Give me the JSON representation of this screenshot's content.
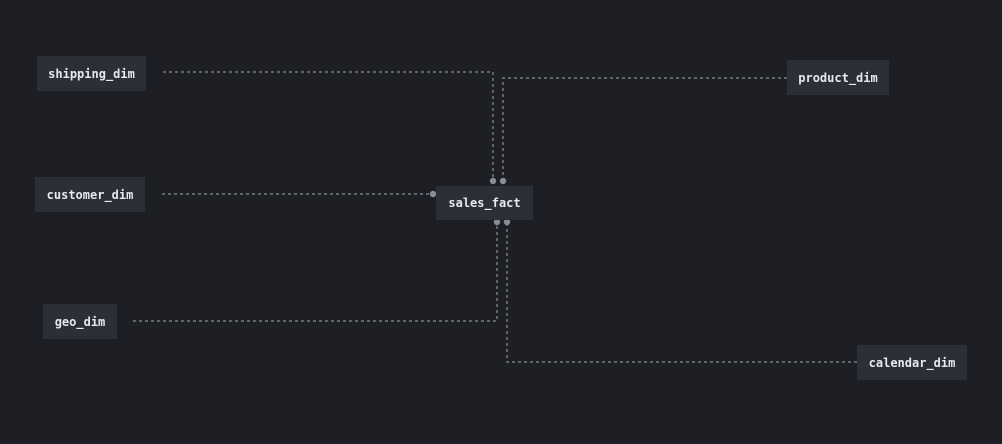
{
  "diagram": {
    "nodes": {
      "shipping_dim": "shipping_dim",
      "customer_dim": "customer_dim",
      "geo_dim": "geo_dim",
      "product_dim": "product_dim",
      "calendar_dim": "calendar_dim",
      "sales_fact": "sales_fact"
    },
    "edges": [
      {
        "from": "shipping_dim",
        "to": "sales_fact"
      },
      {
        "from": "product_dim",
        "to": "sales_fact"
      },
      {
        "from": "customer_dim",
        "to": "sales_fact"
      },
      {
        "from": "geo_dim",
        "to": "sales_fact"
      },
      {
        "from": "calendar_dim",
        "to": "sales_fact"
      }
    ],
    "colors": {
      "background": "#1e1f24",
      "node_fill": "#2c2e38",
      "node_text": "#e8e9ee",
      "link": "#8a8d96"
    }
  }
}
